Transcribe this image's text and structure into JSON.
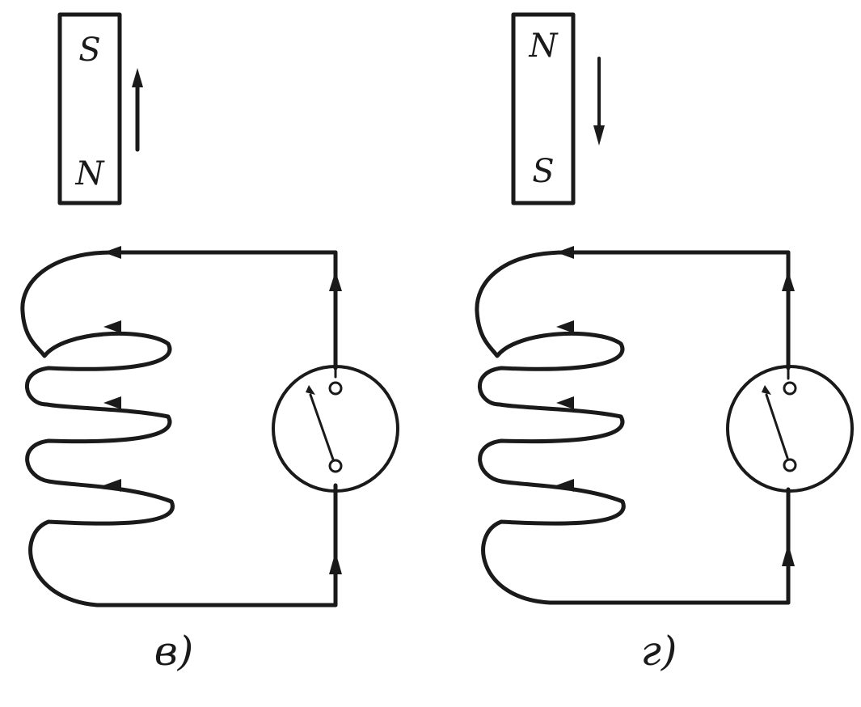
{
  "colors": {
    "ink": "#1a1a1a",
    "paper": "#ffffff"
  },
  "panels": [
    {
      "caption": "в)",
      "magnet": {
        "top_pole": "S",
        "bottom_pole": "N"
      },
      "magnet_motion": "up",
      "current_direction": "up-through-meter"
    },
    {
      "caption": "г)",
      "magnet": {
        "top_pole": "N",
        "bottom_pole": "S"
      },
      "magnet_motion": "down",
      "current_direction": "up-through-meter"
    }
  ],
  "icons": {
    "meter": "galvanometer-icon",
    "magnet": "bar-magnet-icon"
  }
}
